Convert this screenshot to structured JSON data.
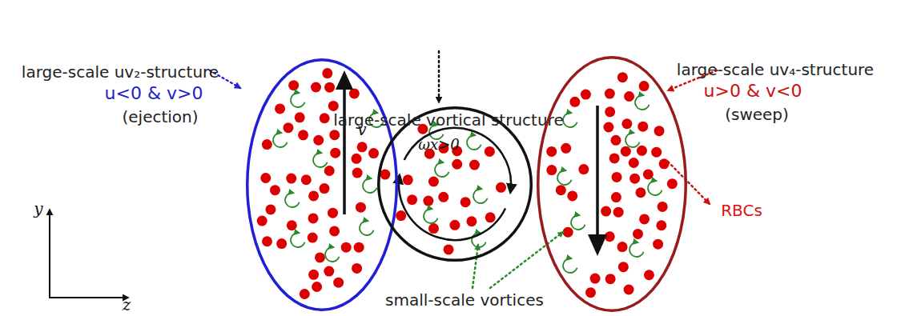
{
  "diagram": {
    "nodes": [
      {
        "text": [
          "large-scale uv₂-structure",
          "u<0 & v>0",
          "(ejection)",
          "v"
        ]
      },
      {
        "text": [
          "large-scale vortical structure",
          "ωx>0"
        ]
      },
      {
        "text": [
          "large-scale uv₄-structure",
          "u>0 & v<0",
          "(sweep)"
        ]
      }
    ],
    "labels": [
      "RBCs",
      "small-scale vortices",
      "y",
      "z"
    ]
  }
}
